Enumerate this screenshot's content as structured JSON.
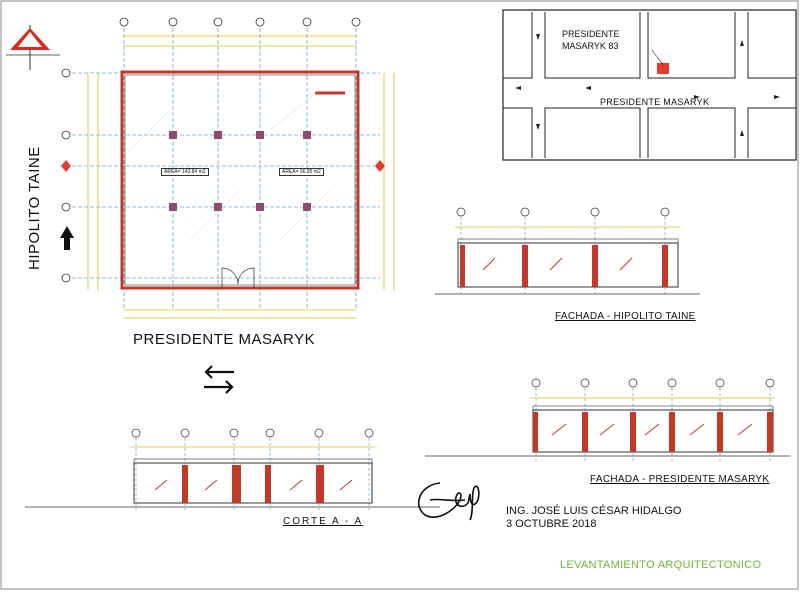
{
  "labels": {
    "street_bottom": "PRESIDENTE MASARYK",
    "street_left": "HIPOLITO TAINE",
    "fachada_hipolito": "FACHADA - HIPOLITO TAINE",
    "fachada_presidente": "FACHADA - PRESIDENTE MASARYK",
    "corte": "CORTE A - A",
    "engineer": "ING. JOSÉ LUIS CÉSAR HIDALGO",
    "date": "3 OCTUBRE 2018",
    "footer": "LEVANTAMIENTO ARQUITECTONICO"
  },
  "location_map": {
    "address_line1": "PRESIDENTE",
    "address_line2": "MASARYK  83",
    "street": "PRESIDENTE MASARYK"
  },
  "plan": {
    "area1": "ÁREA= 143.84 m2",
    "area2": "ÁREA= 96.85 m2"
  },
  "colors": {
    "wall": "#c0392b",
    "grid": "#6aa6d8",
    "dim": "#d4c21a",
    "marker": "#e53b2f",
    "footer_text": "#6fb53a"
  }
}
